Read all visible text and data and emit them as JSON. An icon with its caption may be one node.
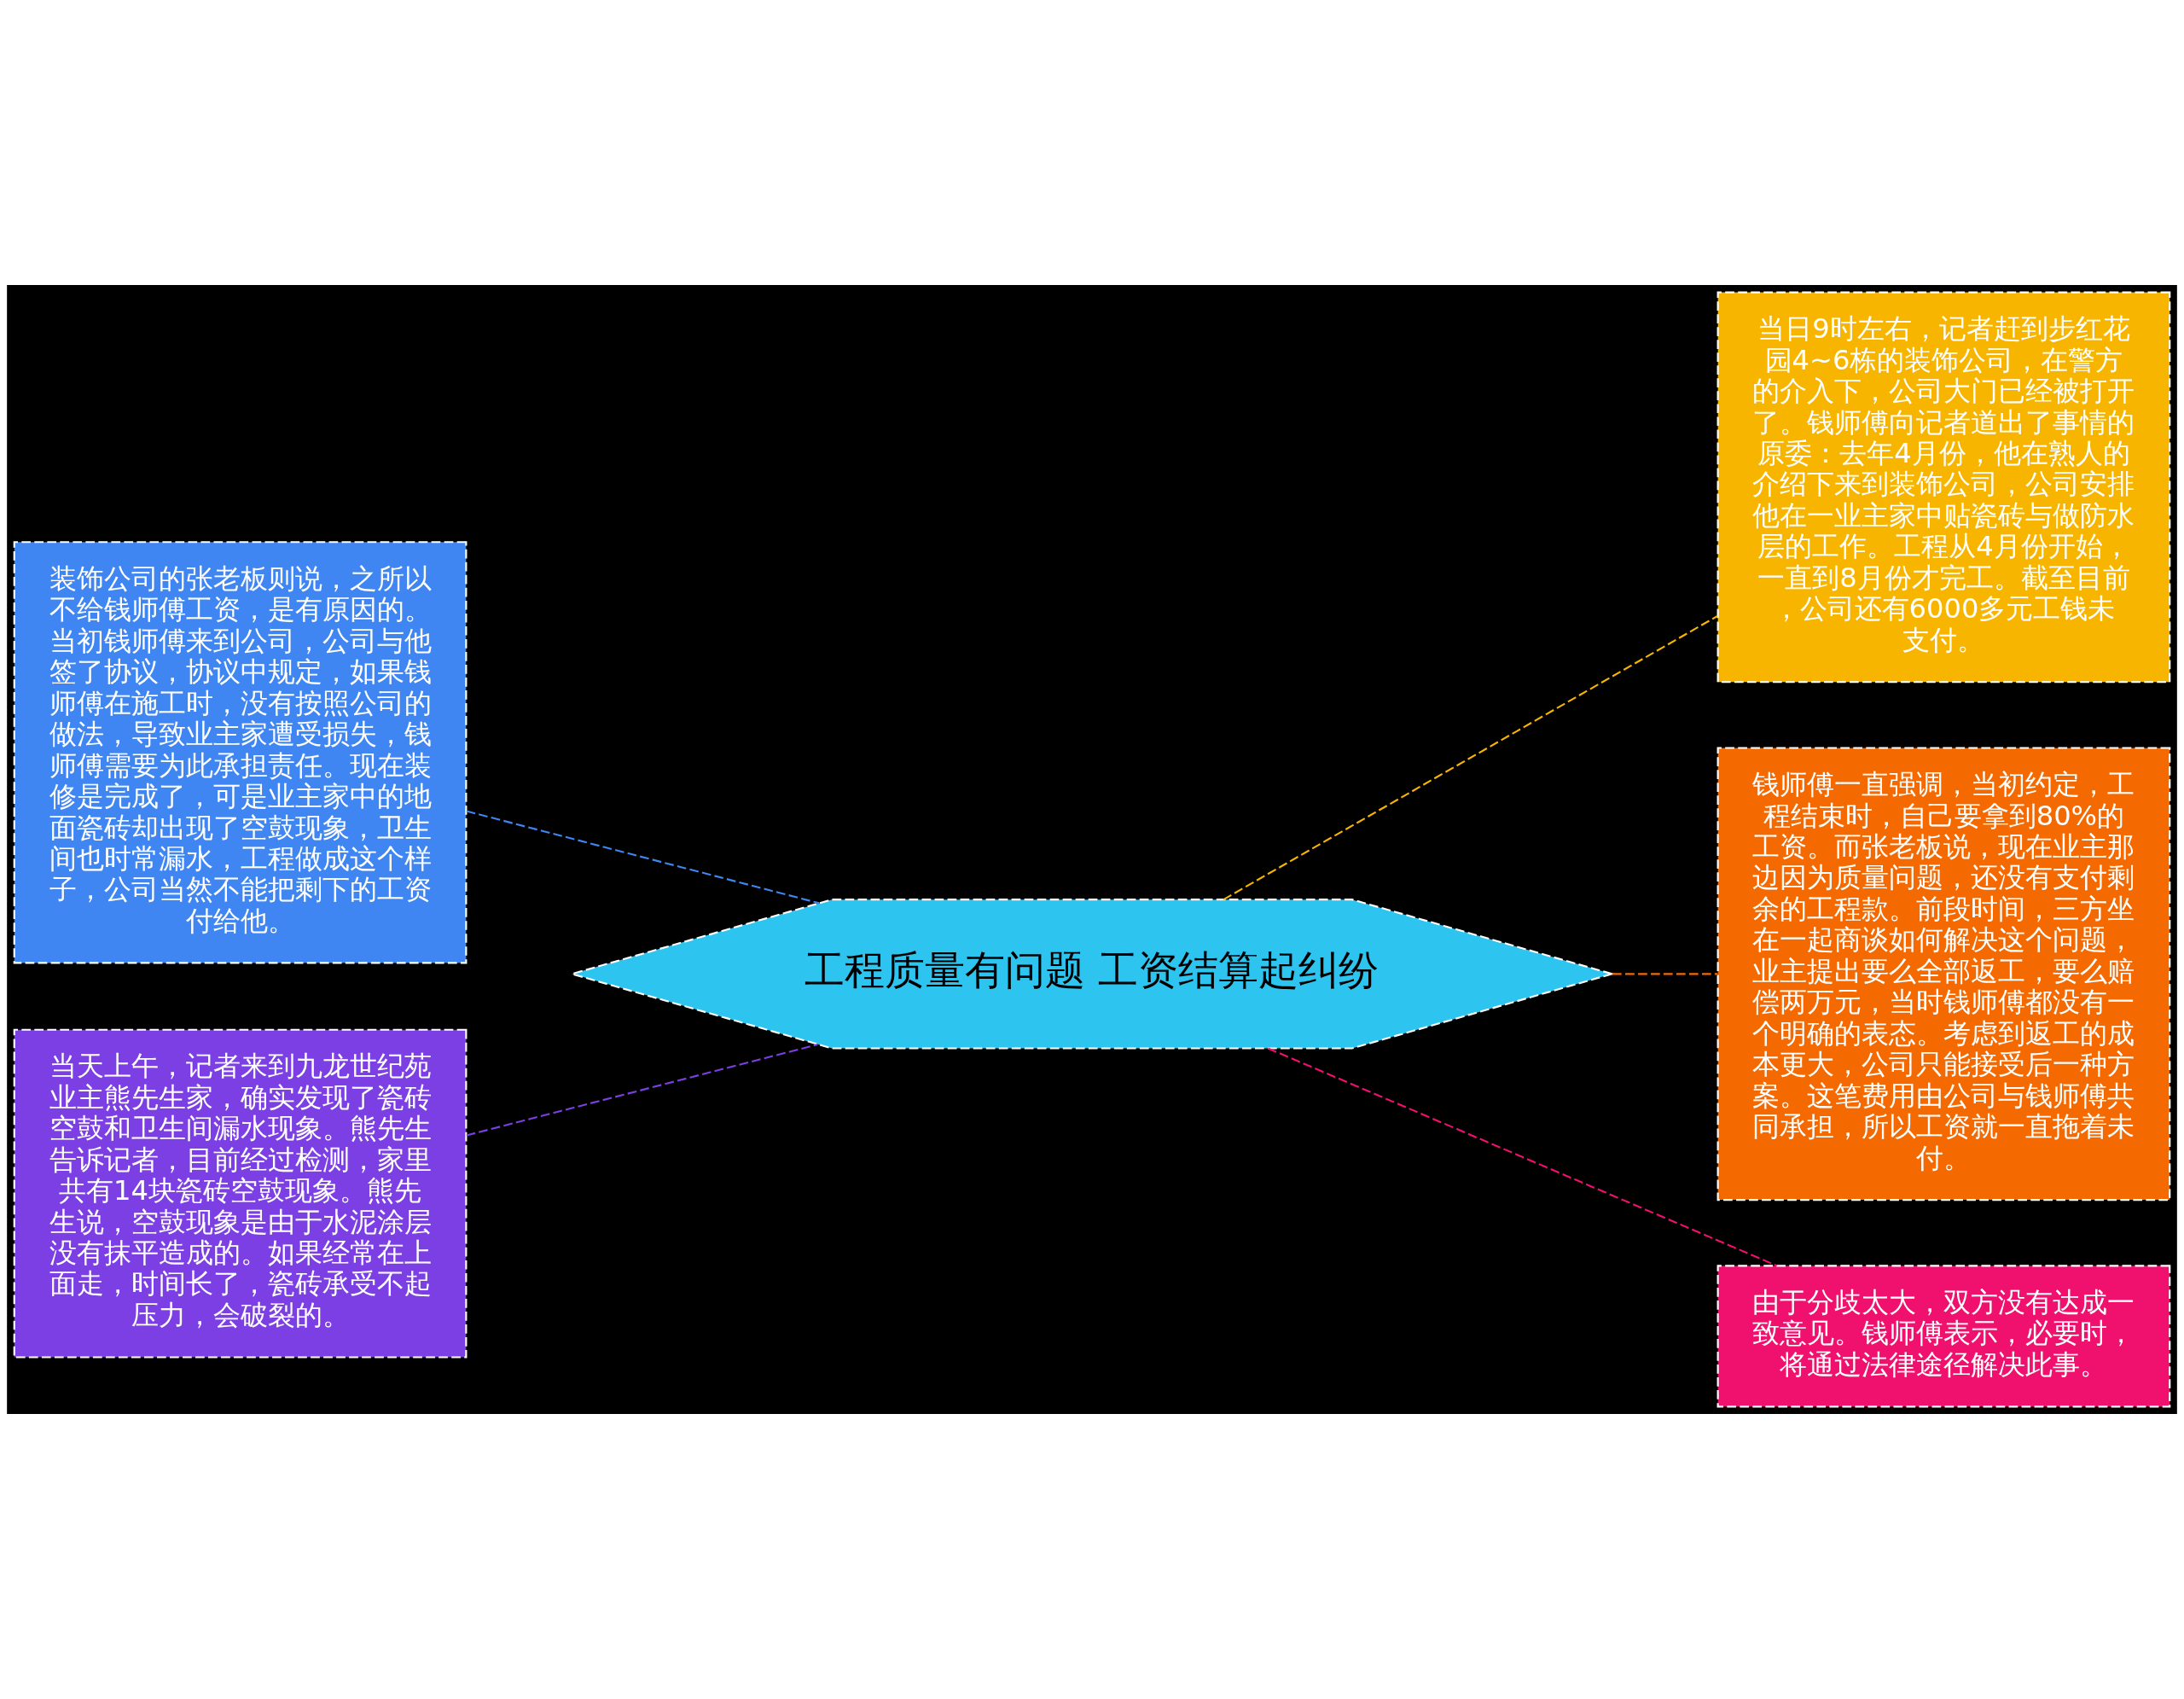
{
  "diagram": {
    "nodes": [
      {
        "text": [
          "工程质量有问题 工资结算起纠纷"
        ]
      },
      {
        "text": [
          "装饰公司的张老板则说，之所以不给钱师傅工资，是有原因的。当初钱师傅来到公司，公司与他签了协议，协议中规定，如果钱师傅在施工时，没有按照公司的做法，导致业主家遭受损失，钱师傅需要为此承担责任。现在装修是完成了，可是业主家中的地面瓷砖却出现了空鼓现象，卫生间也时常漏水，工程做成这个样子，公司当然不能把剩下的工资付给他。"
        ]
      },
      {
        "text": [
          "当天上午，记者来到九龙世纪苑业主熊先生家，确实发现了瓷砖空鼓和卫生间漏水现象。熊先生告诉记者，目前经过检测，家里共有14块瓷砖空鼓现象。熊先生说，空鼓现象是由于水泥涂层没有抹平造成的。如果经常在上面走，时间长了，瓷砖承受不起压力，会破裂的。"
        ]
      },
      {
        "text": [
          "当日9时左右，记者赶到步红花园4~6栋的装饰公司，在警方的介入下，公司大门已经被打开了。钱师傅向记者道出了事情的原委：去年4月份，他在熟人的介绍下来到装饰公司，公司安排他在一业主家中贴瓷砖与做防水层的工作。工程从4月份开始，一直到8月份才完工。截至目前，公司还有6000多元工钱未支付。"
        ]
      },
      {
        "text": [
          "钱师傅一直强调，当初约定，工程结束时，自己要拿到80%的工资。而张老板说，现在业主那边因为质量问题，还没有支付剩余的工程款。前段时间，三方坐在一起商谈如何解决这个问题，业主提出要么全部返工，要么赔偿两万元，当时钱师傅都没有一个明确的表态。考虑到返工的成本更大，公司只能接受后一种方案。这笔费用由公司与钱师傅共同承担，所以工资就一直拖着未付。"
        ]
      },
      {
        "text": [
          "由于分歧太大，双方没有达成一致意见。钱师傅表示，必要时，将通过法律途径解决此事。"
        ]
      }
    ],
    "edges": [
      {
        "from": 0,
        "to": 1,
        "arrow": "none",
        "style": "dashed",
        "color": "#3f86f2"
      },
      {
        "from": 0,
        "to": 2,
        "arrow": "none",
        "style": "dashed",
        "color": "#7b3fe4"
      },
      {
        "from": 0,
        "to": 3,
        "arrow": "none",
        "style": "dashed",
        "color": "#f7b500"
      },
      {
        "from": 0,
        "to": 4,
        "arrow": "none",
        "style": "dashed",
        "color": "#f56a00"
      },
      {
        "from": 0,
        "to": 5,
        "arrow": "none",
        "style": "dashed",
        "color": "#f0106e"
      }
    ]
  }
}
